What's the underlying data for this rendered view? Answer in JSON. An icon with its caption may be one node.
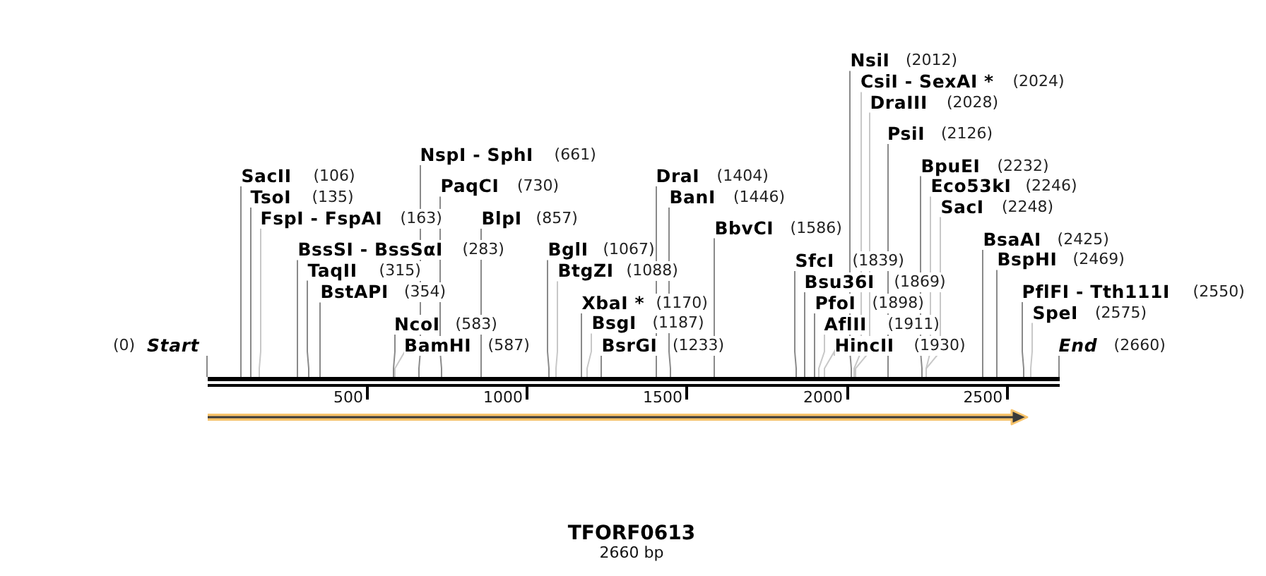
{
  "diagram": {
    "title": "TFORF0613",
    "nodes": [
      {
        "text": [
          "(0)",
          "Start"
        ]
      },
      {
        "text": [
          "SacII",
          "(106)"
        ]
      },
      {
        "text": [
          "TsoI",
          "(135)"
        ]
      },
      {
        "text": [
          "FspI - FspAI",
          "(163)"
        ]
      },
      {
        "text": [
          "BssSI - BssSαI",
          "(283)"
        ]
      },
      {
        "text": [
          "TaqII",
          "(315)"
        ]
      },
      {
        "text": [
          "BstAPI",
          "(354)"
        ]
      },
      {
        "text": [
          "NcoI",
          "(583)"
        ]
      },
      {
        "text": [
          "BamHI",
          "(587)"
        ]
      },
      {
        "text": [
          "NspI - SphI",
          "(661)"
        ]
      },
      {
        "text": [
          "PaqCI",
          "(730)"
        ]
      },
      {
        "text": [
          "BlpI",
          "(857)"
        ]
      },
      {
        "text": [
          "BglI",
          "(1067)"
        ]
      },
      {
        "text": [
          "BtgZI",
          "(1088)"
        ]
      },
      {
        "text": [
          "XbaI *",
          "(1170)"
        ]
      },
      {
        "text": [
          "BsgI",
          "(1187)"
        ]
      },
      {
        "text": [
          "BsrGI",
          "(1233)"
        ]
      },
      {
        "text": [
          "DraI",
          "(1404)"
        ]
      },
      {
        "text": [
          "BanI",
          "(1446)"
        ]
      },
      {
        "text": [
          "BbvCI",
          "(1586)"
        ]
      },
      {
        "text": [
          "SfcI",
          "(1839)"
        ]
      },
      {
        "text": [
          "Bsu36I",
          "(1869)"
        ]
      },
      {
        "text": [
          "PfoI",
          "(1898)"
        ]
      },
      {
        "text": [
          "AflII",
          "(1911)"
        ]
      },
      {
        "text": [
          "HincII",
          "(1930)"
        ]
      },
      {
        "text": [
          "NsiI",
          "(2012)"
        ]
      },
      {
        "text": [
          "CsiI - SexAI *",
          "(2024)"
        ]
      },
      {
        "text": [
          "DraIII",
          "(2028)"
        ]
      },
      {
        "text": [
          "PsiI",
          "(2126)"
        ]
      },
      {
        "text": [
          "BpuEI",
          "(2232)"
        ]
      },
      {
        "text": [
          "Eco53kI",
          "(2246)"
        ]
      },
      {
        "text": [
          "SacI",
          "(2248)"
        ]
      },
      {
        "text": [
          "BsaAI",
          "(2425)"
        ]
      },
      {
        "text": [
          "BspHI",
          "(2469)"
        ]
      },
      {
        "text": [
          "PflFI - Tth111I",
          "(2550)"
        ]
      },
      {
        "text": [
          "SpeI",
          "(2575)"
        ]
      },
      {
        "text": [
          "End",
          "(2660)"
        ]
      },
      {
        "text": [],
        "shape": "bar"
      }
    ],
    "edges": [
      {
        "from": 0,
        "to": 37,
        "arrow": "none"
      },
      {
        "from": 1,
        "to": 37,
        "arrow": "none"
      },
      {
        "from": 2,
        "to": 37,
        "arrow": "none"
      },
      {
        "from": 3,
        "to": 37,
        "arrow": "none",
        "color": "#c8c8c8"
      },
      {
        "from": 4,
        "to": 37,
        "arrow": "none"
      },
      {
        "from": 5,
        "to": 37,
        "arrow": "none"
      },
      {
        "from": 6,
        "to": 37,
        "arrow": "none"
      },
      {
        "from": 7,
        "to": 37,
        "arrow": "none"
      },
      {
        "from": 8,
        "to": 37,
        "arrow": "none",
        "color": "#c8c8c8"
      },
      {
        "from": 9,
        "to": 37,
        "arrow": "none"
      },
      {
        "from": 10,
        "to": 37,
        "arrow": "none"
      },
      {
        "from": 11,
        "to": 37,
        "arrow": "none"
      },
      {
        "from": 12,
        "to": 37,
        "arrow": "none"
      },
      {
        "from": 13,
        "to": 37,
        "arrow": "none",
        "color": "#c8c8c8"
      },
      {
        "from": 14,
        "to": 37,
        "arrow": "none"
      },
      {
        "from": 15,
        "to": 37,
        "arrow": "none",
        "color": "#c8c8c8"
      },
      {
        "from": 16,
        "to": 37,
        "arrow": "none"
      },
      {
        "from": 17,
        "to": 37,
        "arrow": "none"
      },
      {
        "from": 18,
        "to": 37,
        "arrow": "none"
      },
      {
        "from": 19,
        "to": 37,
        "arrow": "none"
      },
      {
        "from": 20,
        "to": 37,
        "arrow": "none"
      },
      {
        "from": 21,
        "to": 37,
        "arrow": "none"
      },
      {
        "from": 22,
        "to": 37,
        "arrow": "none"
      },
      {
        "from": 23,
        "to": 37,
        "arrow": "none",
        "color": "#c8c8c8"
      },
      {
        "from": 24,
        "to": 37,
        "arrow": "none",
        "color": "#c8c8c8"
      },
      {
        "from": 25,
        "to": 37,
        "arrow": "none"
      },
      {
        "from": 26,
        "to": 37,
        "arrow": "none",
        "color": "#c8c8c8"
      },
      {
        "from": 27,
        "to": 37,
        "arrow": "none",
        "color": "#c8c8c8"
      },
      {
        "from": 28,
        "to": 37,
        "arrow": "none"
      },
      {
        "from": 29,
        "to": 37,
        "arrow": "none"
      },
      {
        "from": 30,
        "to": 37,
        "arrow": "none",
        "color": "#c8c8c8"
      },
      {
        "from": 31,
        "to": 37,
        "arrow": "none",
        "color": "#c8c8c8"
      },
      {
        "from": 32,
        "to": 37,
        "arrow": "none"
      },
      {
        "from": 33,
        "to": 37,
        "arrow": "none"
      },
      {
        "from": 34,
        "to": 37,
        "arrow": "none"
      },
      {
        "from": 35,
        "to": 37,
        "arrow": "none",
        "color": "#c8c8c8"
      },
      {
        "from": 36,
        "to": 37,
        "arrow": "none"
      }
    ],
    "labels": [
      "500",
      "1000",
      "1500",
      "2000",
      "2500",
      "2660 bp"
    ]
  }
}
